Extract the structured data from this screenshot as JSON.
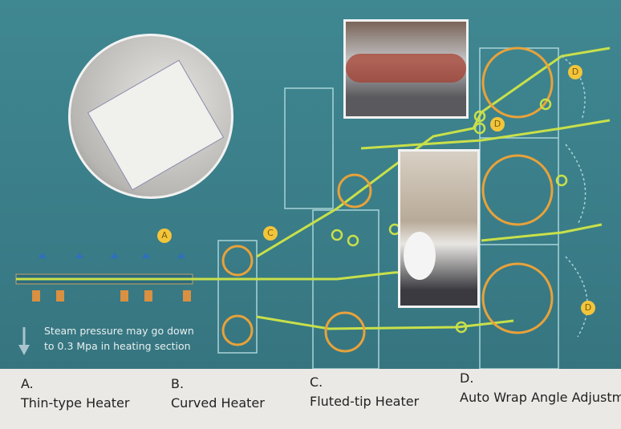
{
  "markers": {
    "a": "A",
    "c": "C",
    "d1": "D",
    "d2": "D",
    "d3": "D"
  },
  "steam_note": {
    "line1": "Steam pressure may go down",
    "line2": "to 0.3 Mpa in heating section"
  },
  "captions": [
    {
      "letter": "A.",
      "label": "Thin-type Heater"
    },
    {
      "letter": "B.",
      "label": "Curved Heater"
    },
    {
      "letter": "C.",
      "label": "Fluted-tip Heater"
    },
    {
      "letter": "D.",
      "label": "Auto Wrap Angle Adjustme"
    }
  ],
  "colors": {
    "panel": "#3f8791",
    "web_line": "#c8e04a",
    "heater_roll": "#e8a23a",
    "frame": "#a8d4d8",
    "marker": "#f3c53a"
  }
}
